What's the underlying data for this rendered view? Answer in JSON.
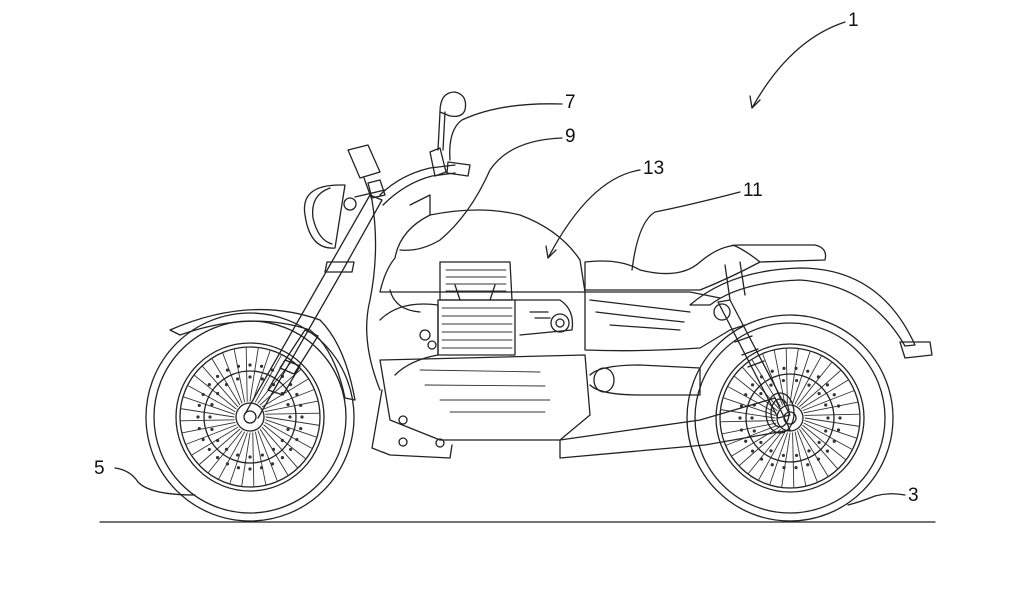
{
  "figure": {
    "reference_numerals": [
      "1",
      "3",
      "5",
      "7",
      "9",
      "11",
      "13"
    ]
  }
}
